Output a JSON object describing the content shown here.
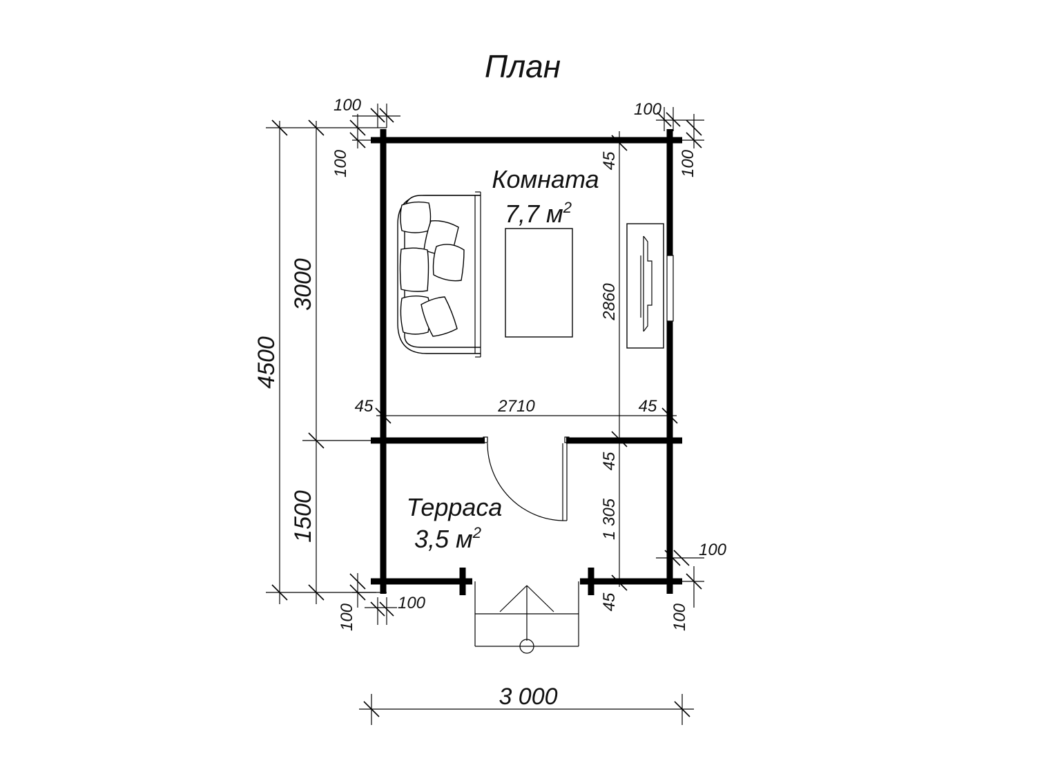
{
  "title": "План",
  "rooms": {
    "room_name": "Комната",
    "room_area": "7,7 м",
    "terrace_name": "Терраса",
    "terrace_area": "3,5 м",
    "area_sup": "2"
  },
  "dimensions": {
    "total_height": "4500",
    "room_height": "3000",
    "terrace_height": "1500",
    "total_width": "3 000",
    "inner_width": "2710",
    "inner_room_height": "2860",
    "inner_terrace_height": "1 305",
    "wall_half_a": "45",
    "wall_half_b": "45",
    "wall_half_c": "45",
    "wall_half_d": "45",
    "wall_half_e": "45",
    "offset_tl_top": "100",
    "offset_tl_side": "100",
    "offset_tr_top": "100",
    "offset_tr_side": "100",
    "offset_br_side": "100",
    "offset_br_bottom": "100",
    "offset_bl_bottom": "100",
    "offset_bl_side": "100"
  },
  "colors": {
    "line": "#000000",
    "background": "#ffffff"
  }
}
